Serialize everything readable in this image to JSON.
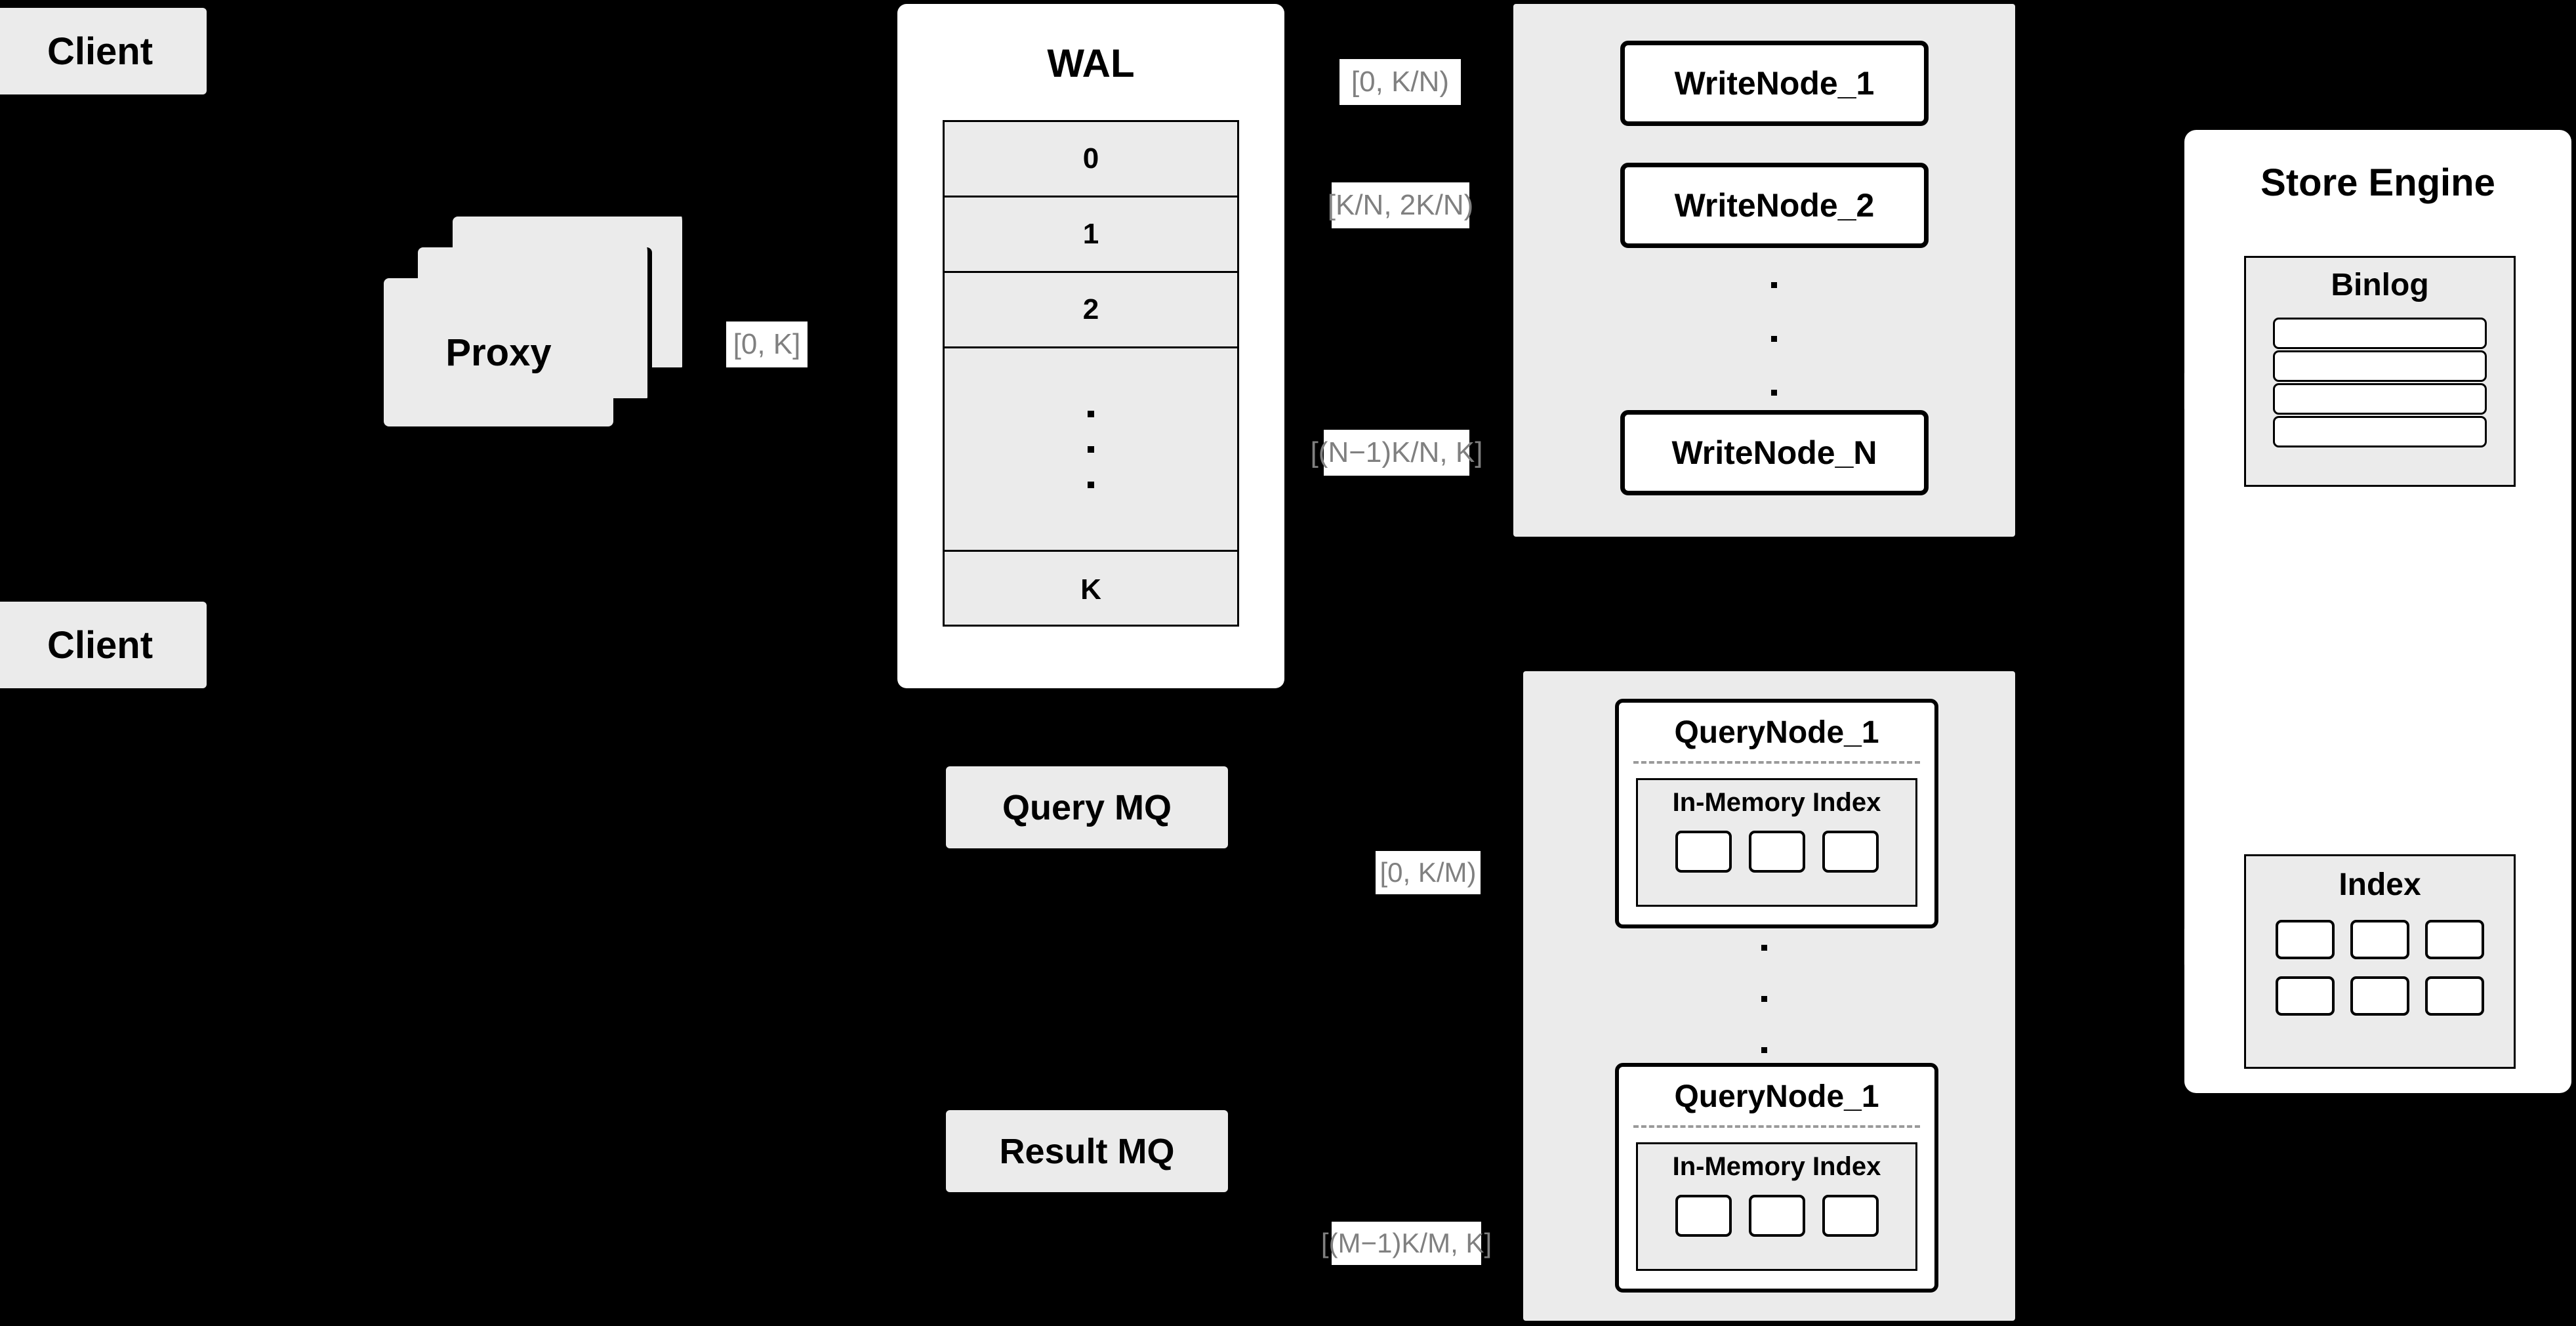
{
  "diagram": {
    "title": "Distributed write/query architecture",
    "colors": {
      "background": "#000000",
      "node_fill": "#ebebeb",
      "panel_fill": "#ffffff",
      "stroke": "#000000",
      "label_text": "#808080"
    }
  },
  "clients": [
    {
      "label": "Client"
    },
    {
      "label": "Client"
    }
  ],
  "proxy": {
    "label": "Proxy",
    "stack_count": 3,
    "output_range": "[0, K]"
  },
  "wal": {
    "title": "WAL",
    "rows": [
      "0",
      "1",
      "2",
      "⋮",
      "K"
    ]
  },
  "write_group": {
    "nodes": [
      {
        "label": "WriteNode_1",
        "range": "[0,  K/N)"
      },
      {
        "label": "WriteNode_2",
        "range": "[K/N, 2K/N)"
      },
      {
        "label": "WriteNode_N",
        "range": "[(N−1)K/N,  K]"
      }
    ],
    "ellipsis": "⋮"
  },
  "query_group": {
    "nodes": [
      {
        "label": "QueryNode_1",
        "range": "[0, K/M)",
        "index": {
          "title": "In-Memory Index",
          "slots": 3
        }
      },
      {
        "label": "QueryNode_1",
        "range": "[(M−1)K/M, K]",
        "index": {
          "title": "In-Memory Index",
          "slots": 3
        }
      }
    ],
    "ellipsis": "⋮"
  },
  "message_queues": [
    {
      "label": "Query MQ"
    },
    {
      "label": "Result MQ"
    }
  ],
  "store_engine": {
    "title": "Store Engine",
    "binlog": {
      "title": "Binlog",
      "entries": 4
    },
    "index": {
      "title": "Index",
      "slots": 6,
      "rows": 2,
      "cols": 3
    }
  }
}
